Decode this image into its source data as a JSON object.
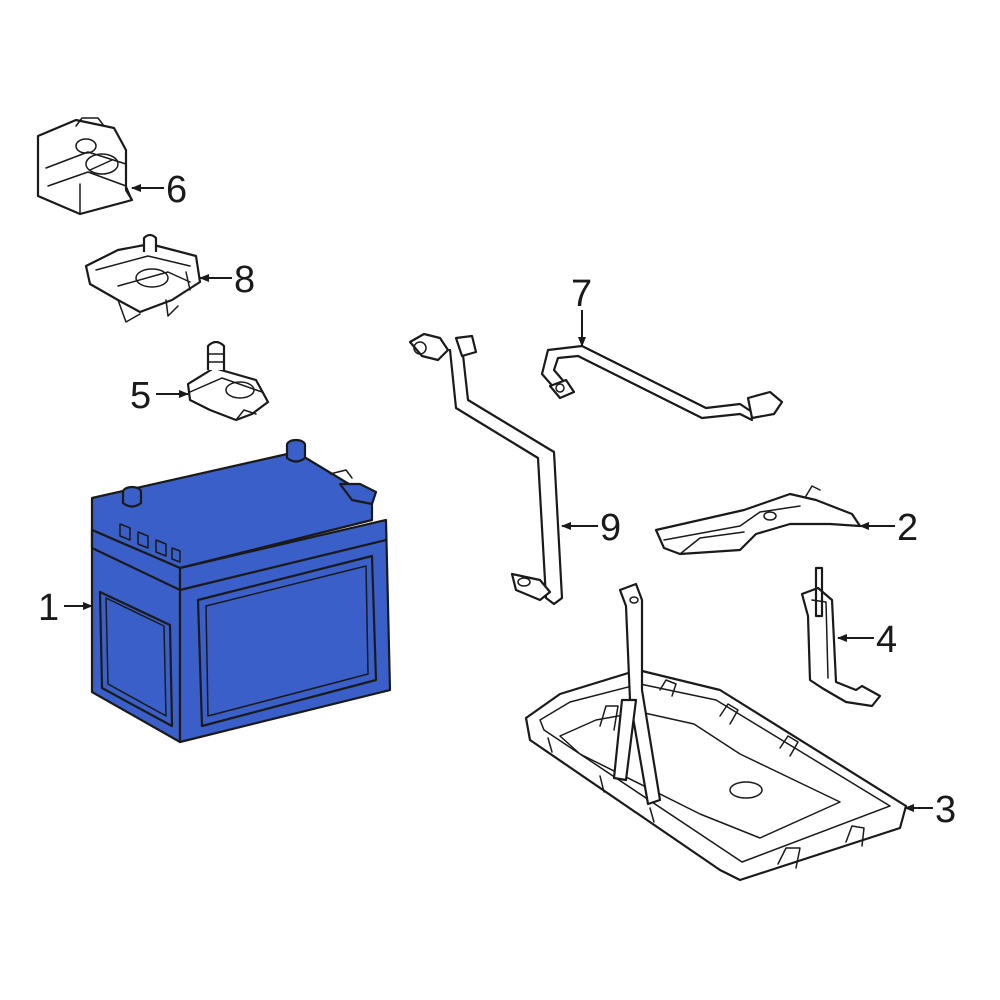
{
  "diagram": {
    "highlight_color": "#3a5fc8",
    "line_color": "#1a1a1a",
    "background": "#ffffff",
    "parts": [
      {
        "id": "1",
        "label": "1",
        "icon": "battery-icon",
        "highlighted": true
      },
      {
        "id": "2",
        "label": "2",
        "icon": "hold-down-bracket-icon",
        "highlighted": false
      },
      {
        "id": "3",
        "label": "3",
        "icon": "battery-tray-icon",
        "highlighted": false
      },
      {
        "id": "4",
        "label": "4",
        "icon": "support-bracket-icon",
        "highlighted": false
      },
      {
        "id": "5",
        "label": "5",
        "icon": "terminal-clamp-icon",
        "highlighted": false
      },
      {
        "id": "6",
        "label": "6",
        "icon": "terminal-cover-icon",
        "highlighted": false
      },
      {
        "id": "7",
        "label": "7",
        "icon": "vent-hose-icon",
        "highlighted": false
      },
      {
        "id": "8",
        "label": "8",
        "icon": "positive-terminal-icon",
        "highlighted": false
      },
      {
        "id": "9",
        "label": "9",
        "icon": "negative-cable-icon",
        "highlighted": false
      }
    ]
  }
}
